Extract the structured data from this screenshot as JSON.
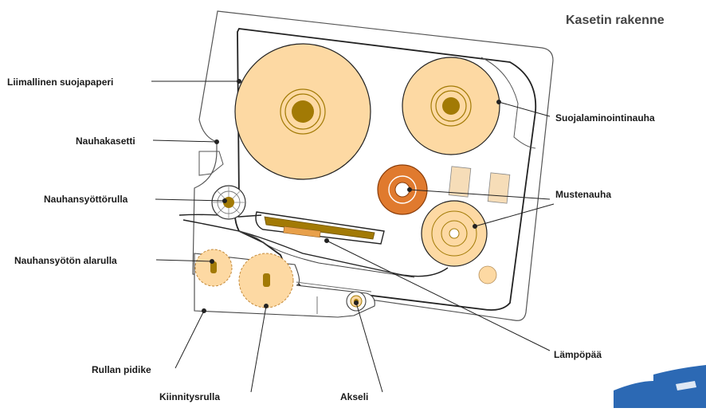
{
  "title": "Kasetin rakenne",
  "labels": {
    "liimallinen": "Liimallinen suojapaperi",
    "nauhakasetti": "Nauhakasetti",
    "nauhansyottorulla": "Nauhansyöttörulla",
    "nauhansyoton_alarulla": "Nauhansyötön alarulla",
    "rullan_pidike": "Rullan pidike",
    "kiinnitysrulla": "Kiinnitysrulla",
    "akseli": "Akseli",
    "lampopaa": "Lämpöpää",
    "mustenauha": "Mustenauha",
    "suojalaminointinauha": "Suojalaminointinauha"
  },
  "colors": {
    "roll_peach": "#FDD9A3",
    "roll_hub": "#A27A05",
    "ink_roll": "#E07A2E",
    "cassette_fill": "#FFFFFF",
    "holder_fill": "#FFFFFF",
    "accent_blue": "#2C69B4"
  }
}
